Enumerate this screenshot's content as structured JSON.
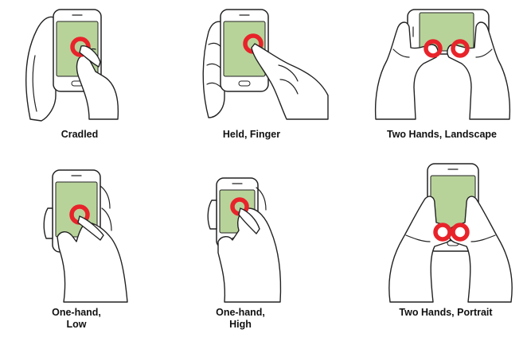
{
  "figure": {
    "colors": {
      "phone_body": "#ffffff",
      "phone_outline": "#222222",
      "screen": "#b8d39a",
      "touch_target": "#e8232a",
      "ink": "#222222"
    },
    "panels": [
      {
        "id": "cradled",
        "caption_lines": [
          "Cradled"
        ],
        "icon": "cradled-grip-illustration"
      },
      {
        "id": "held-finger",
        "caption_lines": [
          "Held, Finger"
        ],
        "icon": "held-finger-grip-illustration"
      },
      {
        "id": "two-hands-landscape",
        "caption_lines": [
          "Two Hands, Landscape"
        ],
        "icon": "two-hands-landscape-grip-illustration"
      },
      {
        "id": "one-hand-low",
        "caption_lines": [
          "One-hand,",
          "Low"
        ],
        "icon": "one-hand-low-grip-illustration"
      },
      {
        "id": "one-hand-high",
        "caption_lines": [
          "One-hand,",
          "High"
        ],
        "icon": "one-hand-high-grip-illustration"
      },
      {
        "id": "two-hands-portrait",
        "caption_lines": [
          "Two Hands, Portrait"
        ],
        "icon": "two-hands-portrait-grip-illustration"
      }
    ]
  }
}
